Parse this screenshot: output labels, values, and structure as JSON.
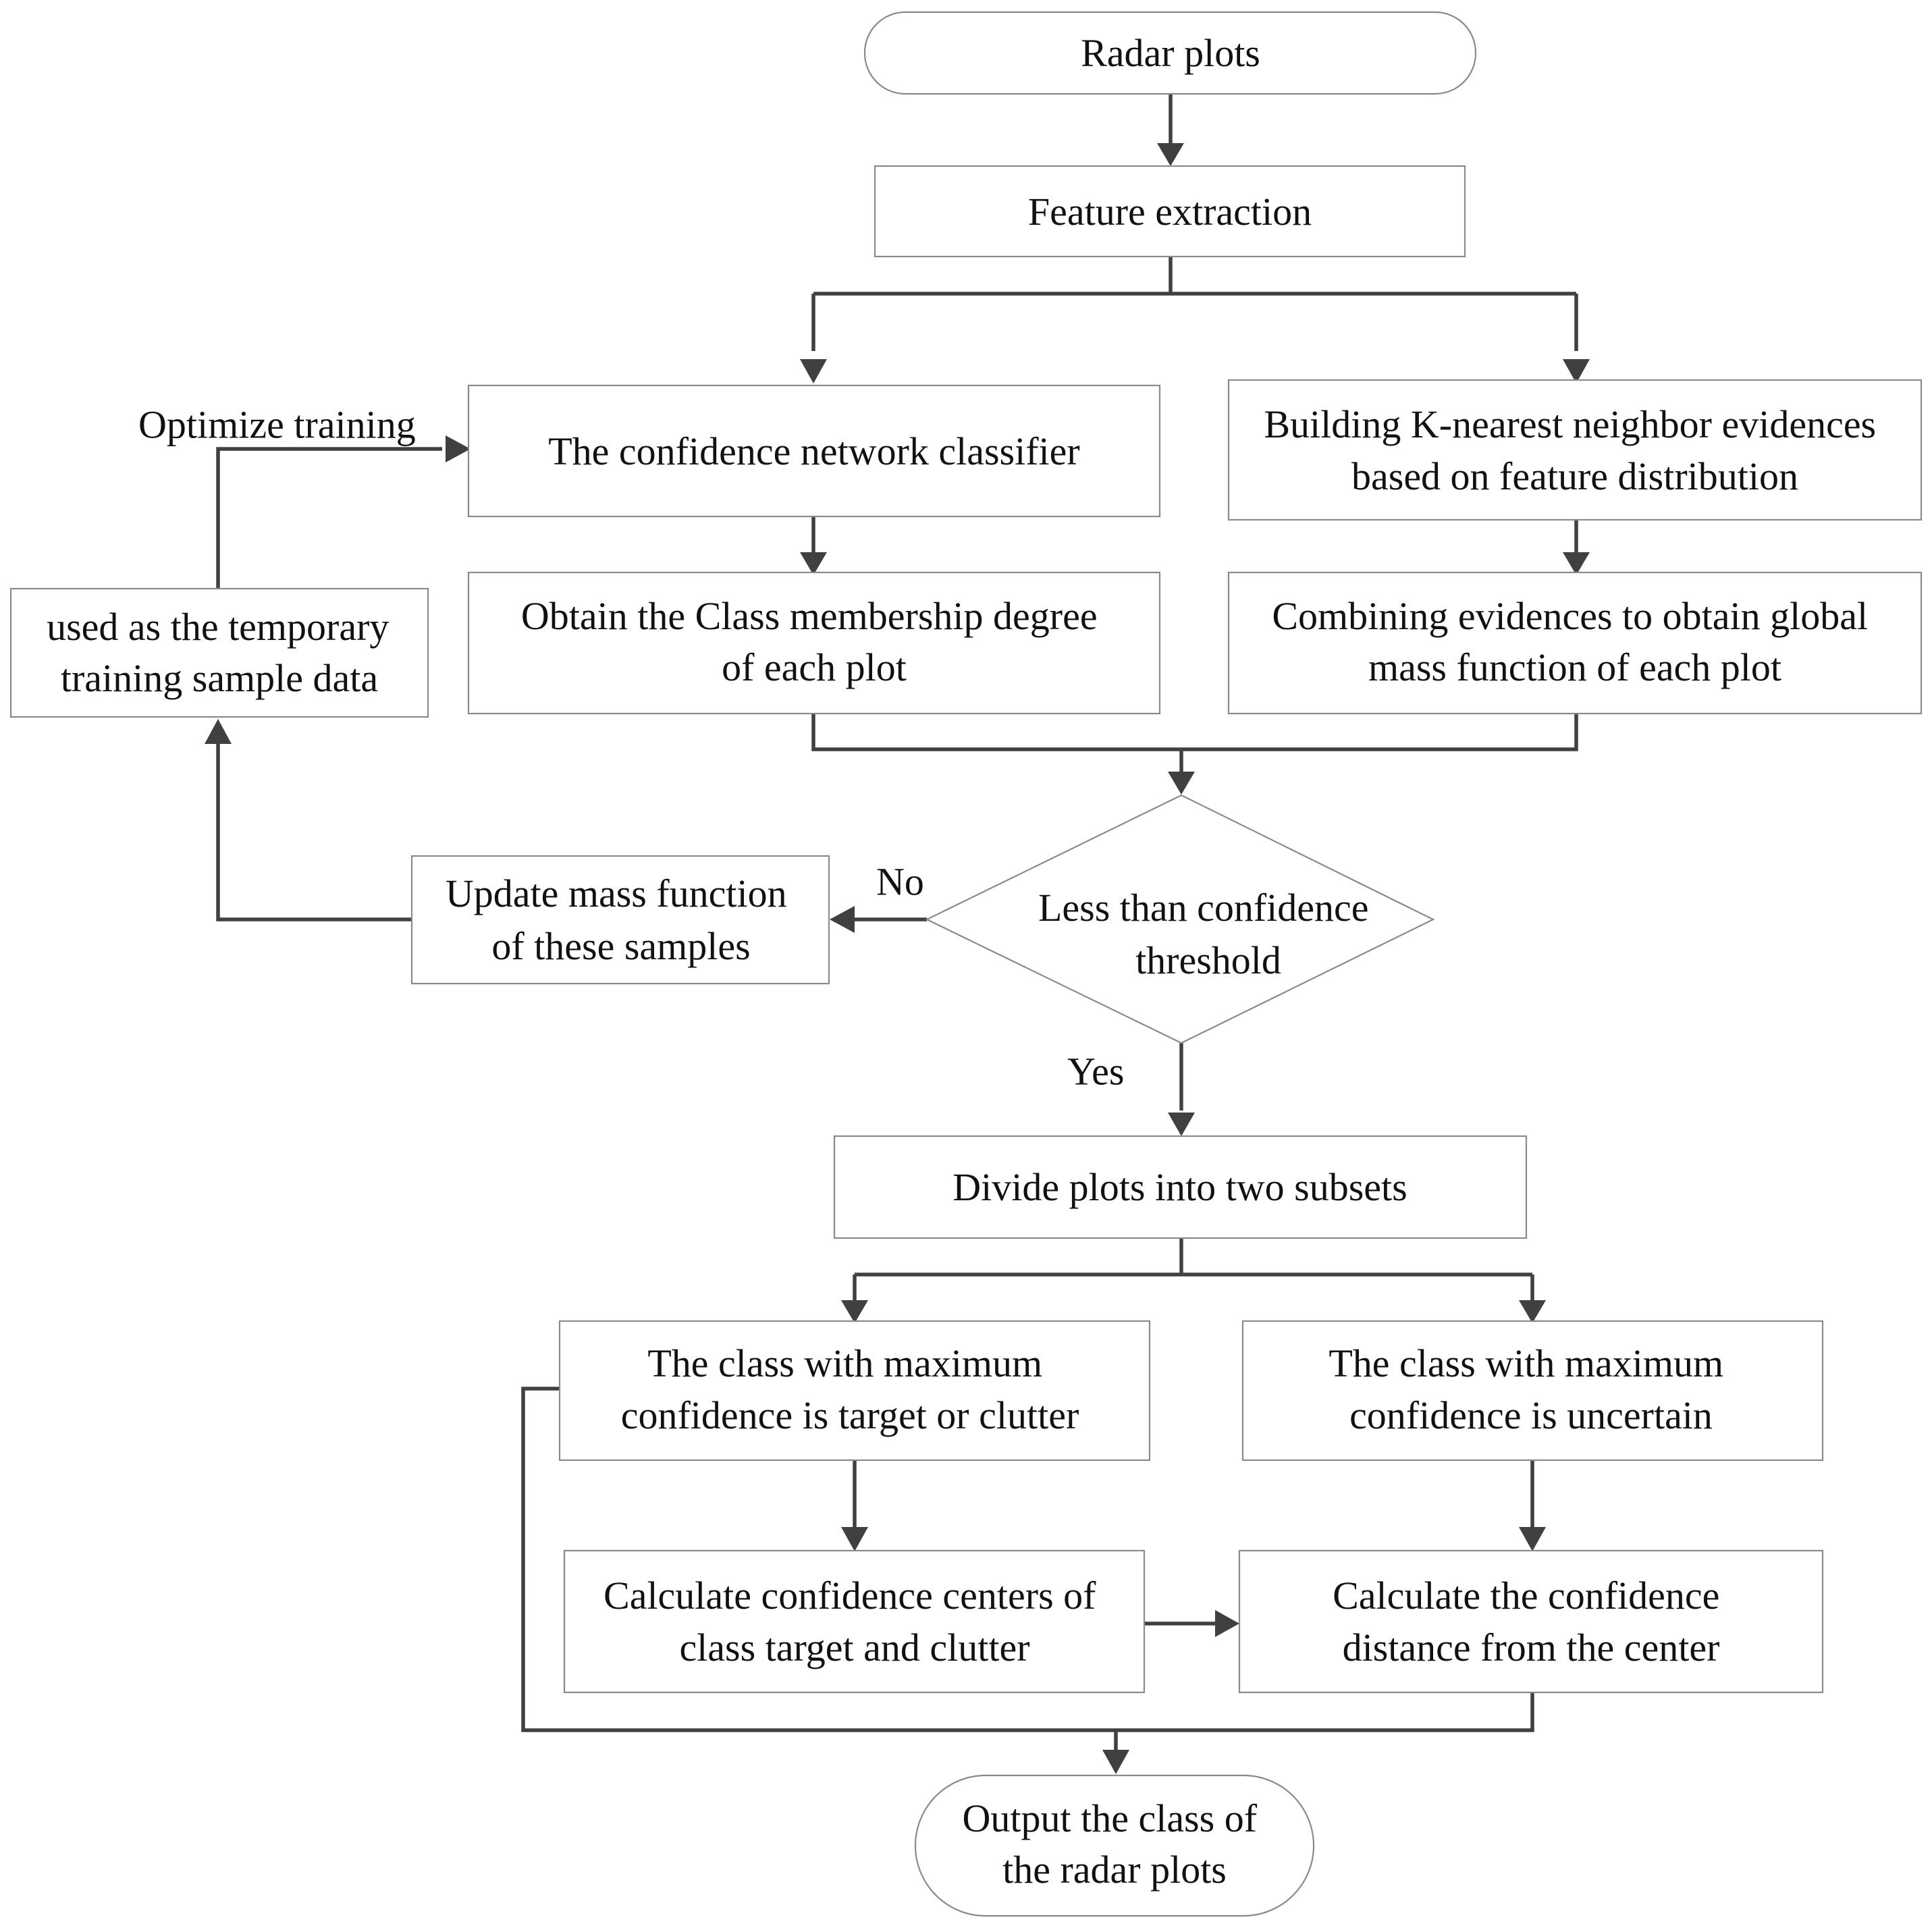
{
  "nodes": {
    "start": {
      "lines": [
        "Radar plots"
      ]
    },
    "feature": {
      "lines": [
        "Feature extraction"
      ]
    },
    "classifier": {
      "lines": [
        "The  confidence network classifier"
      ]
    },
    "knn": {
      "lines": [
        "Building K-nearest neighbor evidences",
        "based on feature distribution"
      ]
    },
    "temp": {
      "lines": [
        "used as the temporary",
        "training sample data"
      ]
    },
    "membership": {
      "lines": [
        "Obtain the Class membership degree",
        "of each plot"
      ]
    },
    "combine": {
      "lines": [
        "Combining evidences to obtain global",
        "mass function of each plot"
      ]
    },
    "update": {
      "lines": [
        "Update mass function",
        "of these samples"
      ]
    },
    "decision": {
      "lines": [
        "Less than confidence",
        "threshold"
      ]
    },
    "divide": {
      "lines": [
        "Divide plots into two subsets"
      ]
    },
    "maxtarget": {
      "lines": [
        "The class with maximum",
        "confidence is target or clutter"
      ]
    },
    "maxuncertain": {
      "lines": [
        "The class with maximum",
        "confidence is uncertain"
      ]
    },
    "centers": {
      "lines": [
        "Calculate confidence centers of",
        "class target and clutter"
      ]
    },
    "distance": {
      "lines": [
        "Calculate the confidence",
        "distance from the center"
      ]
    },
    "end": {
      "lines": [
        "Output the class of",
        "the radar plots"
      ]
    }
  },
  "edge_labels": {
    "optimize": "Optimize training",
    "no": "No",
    "yes": "Yes"
  },
  "colors": {
    "box_border": "#8a8a8a",
    "connector": "#404040",
    "text": "#111111",
    "background": "#ffffff"
  }
}
